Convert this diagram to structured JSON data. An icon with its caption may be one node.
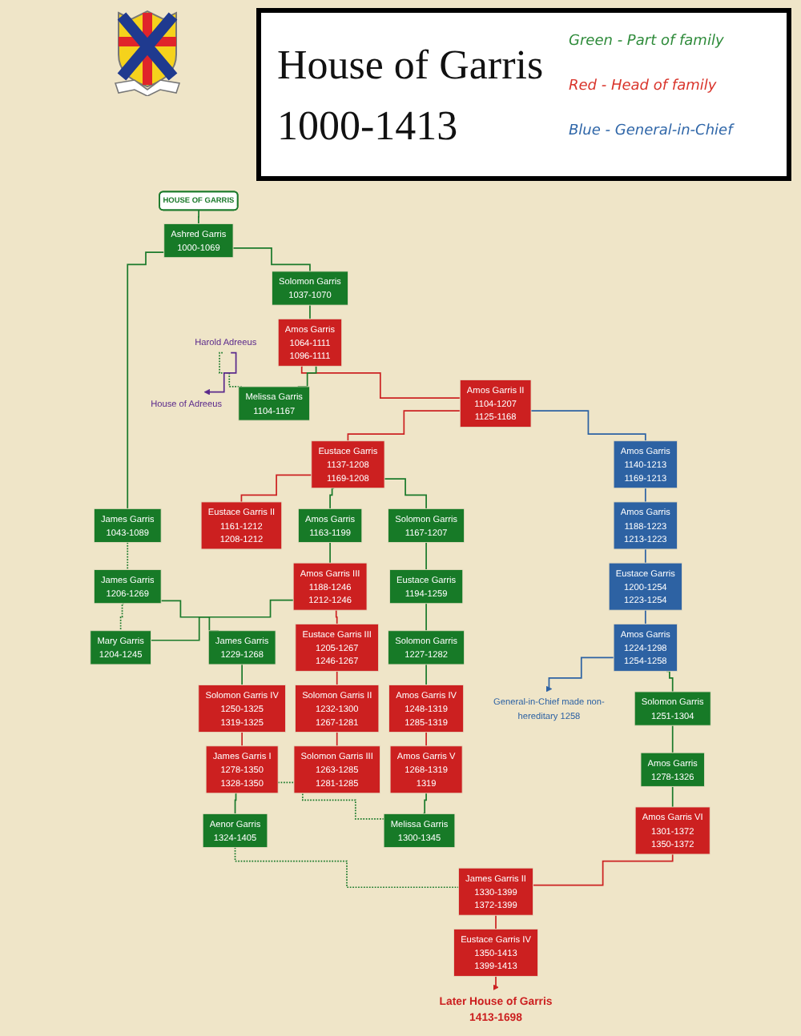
{
  "diagram": {
    "title": "House of Garris 1000-1413",
    "nodes": [
      {
        "text": [
          "HOUSE OF GARRIS"
        ]
      },
      {
        "text": [
          "Ashred Garris",
          "1000-1069"
        ]
      },
      {
        "text": [
          "James Garris",
          "1043-1089"
        ]
      },
      {
        "text": [
          "Solomon Garris",
          "1037-1070"
        ]
      },
      {
        "text": [
          "Amos Garris",
          "1064-1111",
          "1096-1111"
        ]
      },
      {
        "text": [
          "Amos Garris II",
          "1104-1207",
          "1125-1168"
        ]
      },
      {
        "text": [
          "Harold Adreeus"
        ]
      },
      {
        "text": [
          "Melissa Garris",
          "1104-1167"
        ]
      },
      {
        "text": [
          "House of Adreeus"
        ]
      },
      {
        "text": [
          "Eustace Garris",
          "1137-1208",
          "1169-1208"
        ]
      },
      {
        "text": [
          "Amos Garris",
          "1140-1213",
          "1169-1213"
        ]
      },
      {
        "text": [
          "Eustace Garris II",
          "1161-1212",
          "1208-1212"
        ]
      },
      {
        "text": [
          "Amos Garris",
          "1163-1199"
        ]
      },
      {
        "text": [
          "Solomon Garris",
          "1167-1207"
        ]
      },
      {
        "text": [
          "Amos Garris",
          "1188-1223",
          "1213-1223"
        ]
      },
      {
        "text": [
          "Amos Garris III",
          "1188-1246",
          "1212-1246"
        ]
      },
      {
        "text": [
          "Eustace Garris",
          "1194-1259"
        ]
      },
      {
        "text": [
          "Eustace Garris",
          "1200-1254",
          "1223-1254"
        ]
      },
      {
        "text": [
          "James Garris",
          "1206-1269"
        ]
      },
      {
        "text": [
          "Mary Garris",
          "1204-1245"
        ]
      },
      {
        "text": [
          "Eustace Garris III",
          "1205-1267",
          "1246-1267"
        ]
      },
      {
        "text": [
          "Solomon Garris",
          "1227-1282"
        ]
      },
      {
        "text": [
          "Amos Garris",
          "1224-1298",
          "1254-1258"
        ]
      },
      {
        "text": [
          "General-in-Chief made non-hereditary 1258"
        ]
      },
      {
        "text": [
          "James Garris",
          "1229-1268"
        ]
      },
      {
        "text": [
          "Solomon Garris II",
          "1232-1300",
          "1267-1281"
        ]
      },
      {
        "text": [
          "Amos Garris IV",
          "1248-1319",
          "1285-1319"
        ]
      },
      {
        "text": [
          "Solomon Garris",
          "1251-1304"
        ]
      },
      {
        "text": [
          "Solomon Garris IV",
          "1250-1325",
          "1319-1325"
        ]
      },
      {
        "text": [
          "Solomon Garris III",
          "1263-1285",
          "1281-1285"
        ]
      },
      {
        "text": [
          "Amos Garris V",
          "1268-1319",
          "1319"
        ]
      },
      {
        "text": [
          "Amos Garris",
          "1278-1326"
        ]
      },
      {
        "text": [
          "James Garris I",
          "1278-1350",
          "1328-1350"
        ]
      },
      {
        "text": [
          "Melissa Garris",
          "1300-1345"
        ]
      },
      {
        "text": [
          "Amos Garris VI",
          "1301-1372",
          "1350-1372"
        ]
      },
      {
        "text": [
          "Aenor Garris",
          "1324-1405"
        ]
      },
      {
        "text": [
          "James Garris II",
          "1330-1399",
          "1372-1399"
        ]
      },
      {
        "text": [
          "Eustace Garris IV",
          "1350-1413",
          "1399-1413"
        ]
      },
      {
        "text": [
          "Later House of Garris",
          "1413-1698"
        ]
      }
    ],
    "edges": [
      {
        "from": 0,
        "to": 1,
        "arrow": "none"
      },
      {
        "from": 1,
        "to": 2,
        "arrow": "none"
      },
      {
        "from": 1,
        "to": 3,
        "arrow": "none"
      },
      {
        "from": 3,
        "to": 4,
        "arrow": "none"
      },
      {
        "from": 4,
        "to": 5,
        "arrow": "none",
        "color": "#cc2222"
      },
      {
        "from": 4,
        "to": 7,
        "arrow": "none"
      },
      {
        "from": 6,
        "to": 7,
        "arrow": "none",
        "style": "dashed"
      },
      {
        "from": 6,
        "to": 8,
        "arrow": "to",
        "color": "#5b2a8c"
      },
      {
        "from": 2,
        "to": 18,
        "arrow": "none",
        "style": "dashed"
      },
      {
        "from": 5,
        "to": 9,
        "arrow": "none",
        "color": "#cc2222"
      },
      {
        "from": 5,
        "to": 10,
        "arrow": "none",
        "color": "#2d62a3"
      },
      {
        "from": 9,
        "to": 11,
        "arrow": "none",
        "color": "#cc2222"
      },
      {
        "from": 9,
        "to": 12,
        "arrow": "none"
      },
      {
        "from": 9,
        "to": 13,
        "arrow": "none"
      },
      {
        "from": 10,
        "to": 14,
        "arrow": "none",
        "color": "#2d62a3"
      },
      {
        "from": 12,
        "to": 15,
        "arrow": "none"
      },
      {
        "from": 13,
        "to": 16,
        "arrow": "none"
      },
      {
        "from": 14,
        "to": 17,
        "arrow": "none",
        "color": "#2d62a3"
      },
      {
        "from": 15,
        "to": 19,
        "arrow": "none"
      },
      {
        "from": 15,
        "to": 20,
        "arrow": "none",
        "color": "#cc2222"
      },
      {
        "from": 16,
        "to": 21,
        "arrow": "none"
      },
      {
        "from": 17,
        "to": 22,
        "arrow": "none",
        "color": "#2d62a3"
      },
      {
        "from": 18,
        "to": 19,
        "arrow": "none",
        "style": "dashed"
      },
      {
        "from": 18,
        "to": 24,
        "arrow": "none"
      },
      {
        "from": 20,
        "to": 25,
        "arrow": "none",
        "color": "#cc2222"
      },
      {
        "from": 21,
        "to": 26,
        "arrow": "none"
      },
      {
        "from": 22,
        "to": 23,
        "arrow": "to",
        "color": "#2d62a3"
      },
      {
        "from": 22,
        "to": 27,
        "arrow": "none"
      },
      {
        "from": 24,
        "to": 28,
        "arrow": "none"
      },
      {
        "from": 25,
        "to": 29,
        "arrow": "none",
        "color": "#cc2222"
      },
      {
        "from": 26,
        "to": 30,
        "arrow": "none",
        "color": "#cc2222"
      },
      {
        "from": 27,
        "to": 31,
        "arrow": "none"
      },
      {
        "from": 28,
        "to": 32,
        "arrow": "none",
        "color": "#cc2222"
      },
      {
        "from": 30,
        "to": 33,
        "arrow": "none"
      },
      {
        "from": 31,
        "to": 34,
        "arrow": "none"
      },
      {
        "from": 32,
        "to": 35,
        "arrow": "none"
      },
      {
        "from": 32,
        "to": 33,
        "arrow": "none",
        "style": "dashed"
      },
      {
        "from": 34,
        "to": 36,
        "arrow": "none",
        "color": "#cc2222"
      },
      {
        "from": 35,
        "to": 36,
        "arrow": "none",
        "style": "dashed"
      },
      {
        "from": 36,
        "to": 37,
        "arrow": "none",
        "color": "#cc2222"
      },
      {
        "from": 37,
        "to": 38,
        "arrow": "to",
        "color": "#cc2222"
      }
    ],
    "legend": [
      {
        "text": "Green - Part of family",
        "color": "#2e8b3a"
      },
      {
        "text": "Red - Head of family",
        "color": "#d9342b"
      },
      {
        "text": "Blue - General-in-Chief",
        "color": "#2f66a8"
      }
    ]
  }
}
